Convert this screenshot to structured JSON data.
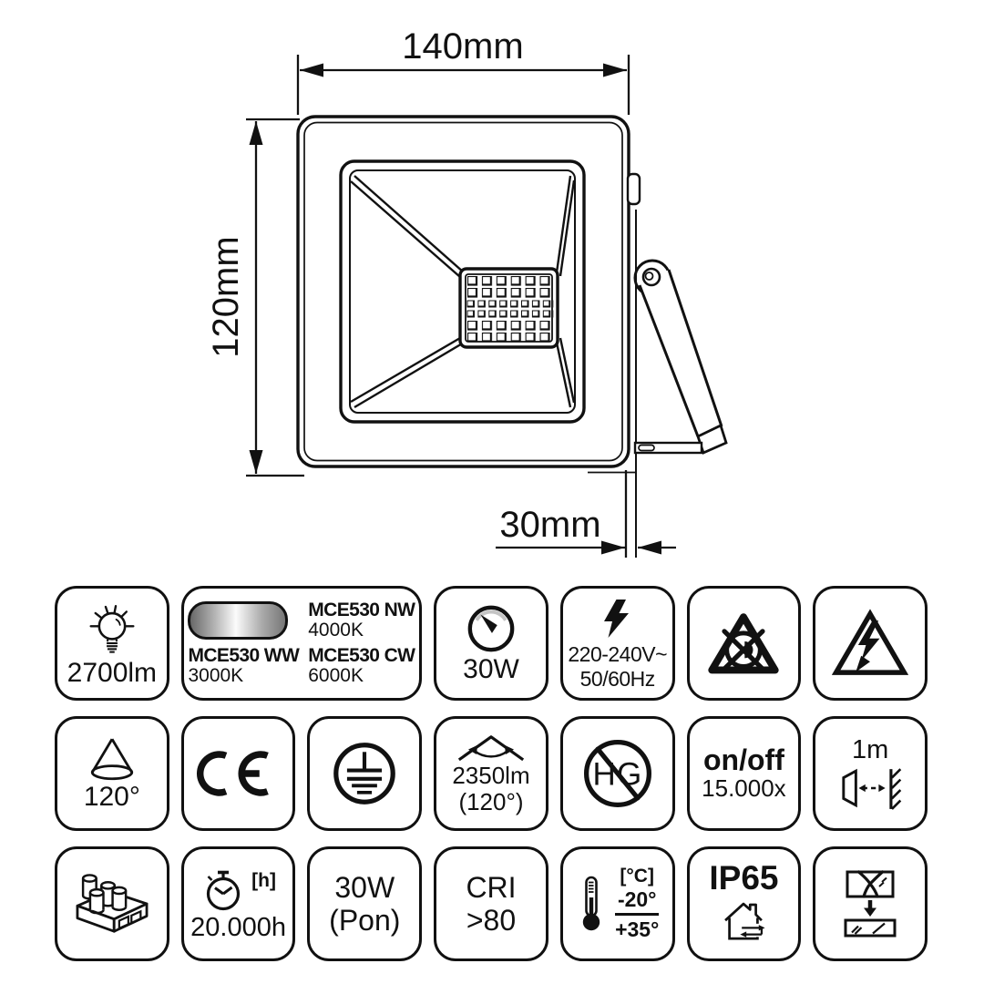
{
  "drawing": {
    "width_label": "140mm",
    "height_label": "120mm",
    "depth_label": "30mm"
  },
  "tiles": {
    "luminous_flux": {
      "value": "2700lm"
    },
    "variants": {
      "nw_model": "MCE530 NW",
      "nw_kelvin": "4000K",
      "ww_model": "MCE530 WW",
      "ww_kelvin": "3000K",
      "cw_model": "MCE530 CW",
      "cw_kelvin": "6000K"
    },
    "power": {
      "value": "30W"
    },
    "voltage": {
      "line1": "220-240V~",
      "line2": "50/60Hz"
    },
    "beam_angle": {
      "value": "120°"
    },
    "ce_mark": {
      "label": "CE"
    },
    "luminous_flux_angle": {
      "line1": "2350lm",
      "line2": "(120°)"
    },
    "no_mercury": {
      "label": "HG"
    },
    "switching_cycles": {
      "line1": "on/off",
      "line2": "15.000x"
    },
    "min_distance": {
      "value": "1m"
    },
    "lifetime": {
      "unit": "[h]",
      "value": "20.000h"
    },
    "rated_power": {
      "line1": "30W",
      "line2": "(Pon)"
    },
    "cri": {
      "line1": "CRI",
      "line2": ">80"
    },
    "operating_temp": {
      "unit": "[°C]",
      "min": "-20°",
      "max": "+35°"
    },
    "ip_rating": {
      "value": "IP65"
    }
  },
  "colors": {
    "line": "#111111",
    "gauge_arc": "#c4c4c4",
    "pill_gradient_ends": "#6f6f6f",
    "pill_gradient_center": "#fbfbfb"
  }
}
